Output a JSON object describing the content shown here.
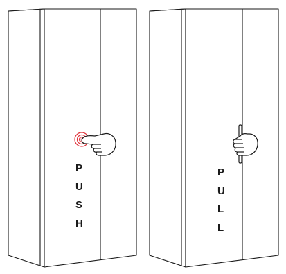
{
  "cabinets": [
    {
      "id": "push",
      "letters": [
        "P",
        "U",
        "S",
        "H"
      ],
      "icon": "hand-press-icon",
      "indicator_color": "#e0323b"
    },
    {
      "id": "pull",
      "letters": [
        "P",
        "U",
        "L",
        "L"
      ],
      "icon": "hand-grip-icon",
      "handle": "recessed-handle-icon"
    }
  ],
  "colors": {
    "line": "#1a1a1a",
    "panel": "#ffffff",
    "accent": "#e0323b"
  }
}
